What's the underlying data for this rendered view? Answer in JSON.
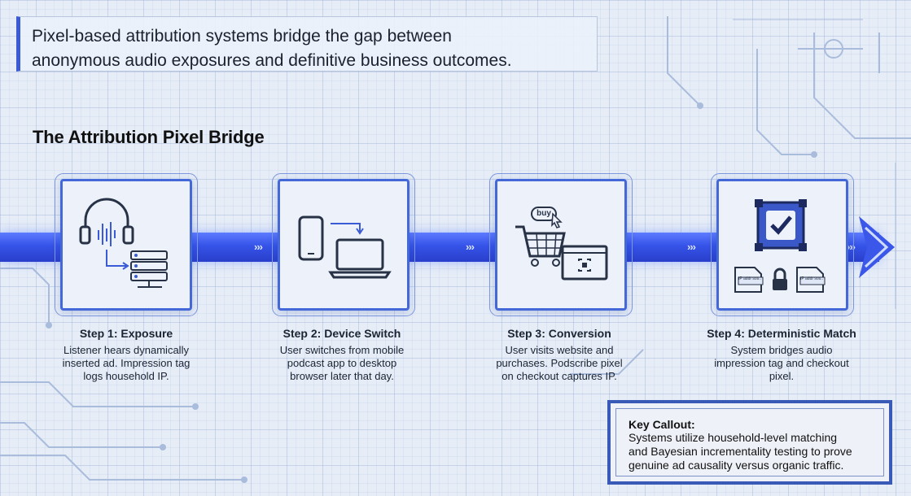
{
  "header": {
    "line1": "Pixel-based attribution systems bridge the gap between",
    "line2": "anonymous audio exposures and definitive business outcomes."
  },
  "diagram": {
    "title": "The Attribution Pixel Bridge",
    "steps": [
      {
        "title": "Step 1: Exposure",
        "desc": [
          "Listener hears dynamically",
          "inserted ad. Impression tag",
          "logs household IP."
        ],
        "icons": [
          "headphones-icon",
          "server-icon"
        ]
      },
      {
        "title": "Step 2: Device Switch",
        "desc": [
          "User switches from mobile",
          "podcast app to desktop",
          "browser later that day."
        ],
        "icons": [
          "smartphone-icon",
          "laptop-icon"
        ]
      },
      {
        "title": "Step 3: Conversion",
        "desc": [
          "User visits website and",
          "purchases. Podscribe pixel",
          "on checkout captures IP."
        ],
        "icons": [
          "shopping-cart-icon",
          "browser-window-icon"
        ],
        "tag": "buy"
      },
      {
        "title": "Step 4: Deterministic Match",
        "desc": [
          "System bridges audio",
          "impression tag and checkout",
          "pixel."
        ],
        "icons": [
          "checkmark-icon",
          "lock-icon",
          "document-icon"
        ],
        "doc_labels": [
          "IP addr sos..",
          "IP addr sos.."
        ]
      }
    ]
  },
  "callout": {
    "title": "Key Callout:",
    "lines": [
      "Systems utilize household-level matching",
      "and Bayesian incrementality testing to prove",
      "genuine ad causality versus organic traffic."
    ]
  },
  "colors": {
    "accent": "#3b5bd6",
    "flow": "#3553e8",
    "background": "#e6edf7"
  }
}
